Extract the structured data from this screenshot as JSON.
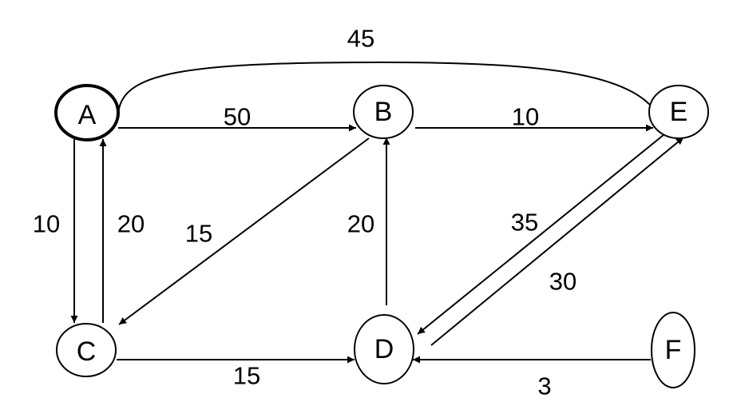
{
  "graph": {
    "nodes": [
      {
        "id": "A",
        "label": "A",
        "start": true
      },
      {
        "id": "B",
        "label": "B",
        "start": false
      },
      {
        "id": "E",
        "label": "E",
        "start": false
      },
      {
        "id": "C",
        "label": "C",
        "start": false
      },
      {
        "id": "D",
        "label": "D",
        "start": false
      },
      {
        "id": "F",
        "label": "F",
        "start": false
      }
    ],
    "edges": [
      {
        "from": "A",
        "to": "E",
        "weight": "45"
      },
      {
        "from": "A",
        "to": "B",
        "weight": "50"
      },
      {
        "from": "B",
        "to": "E",
        "weight": "10"
      },
      {
        "from": "A",
        "to": "C",
        "weight": "10"
      },
      {
        "from": "C",
        "to": "A",
        "weight": "20"
      },
      {
        "from": "B",
        "to": "C",
        "weight": "15"
      },
      {
        "from": "D",
        "to": "B",
        "weight": "20"
      },
      {
        "from": "E",
        "to": "D",
        "weight": "35"
      },
      {
        "from": "D",
        "to": "E",
        "weight": "30"
      },
      {
        "from": "C",
        "to": "D",
        "weight": "15"
      },
      {
        "from": "F",
        "to": "D",
        "weight": "3"
      }
    ]
  }
}
